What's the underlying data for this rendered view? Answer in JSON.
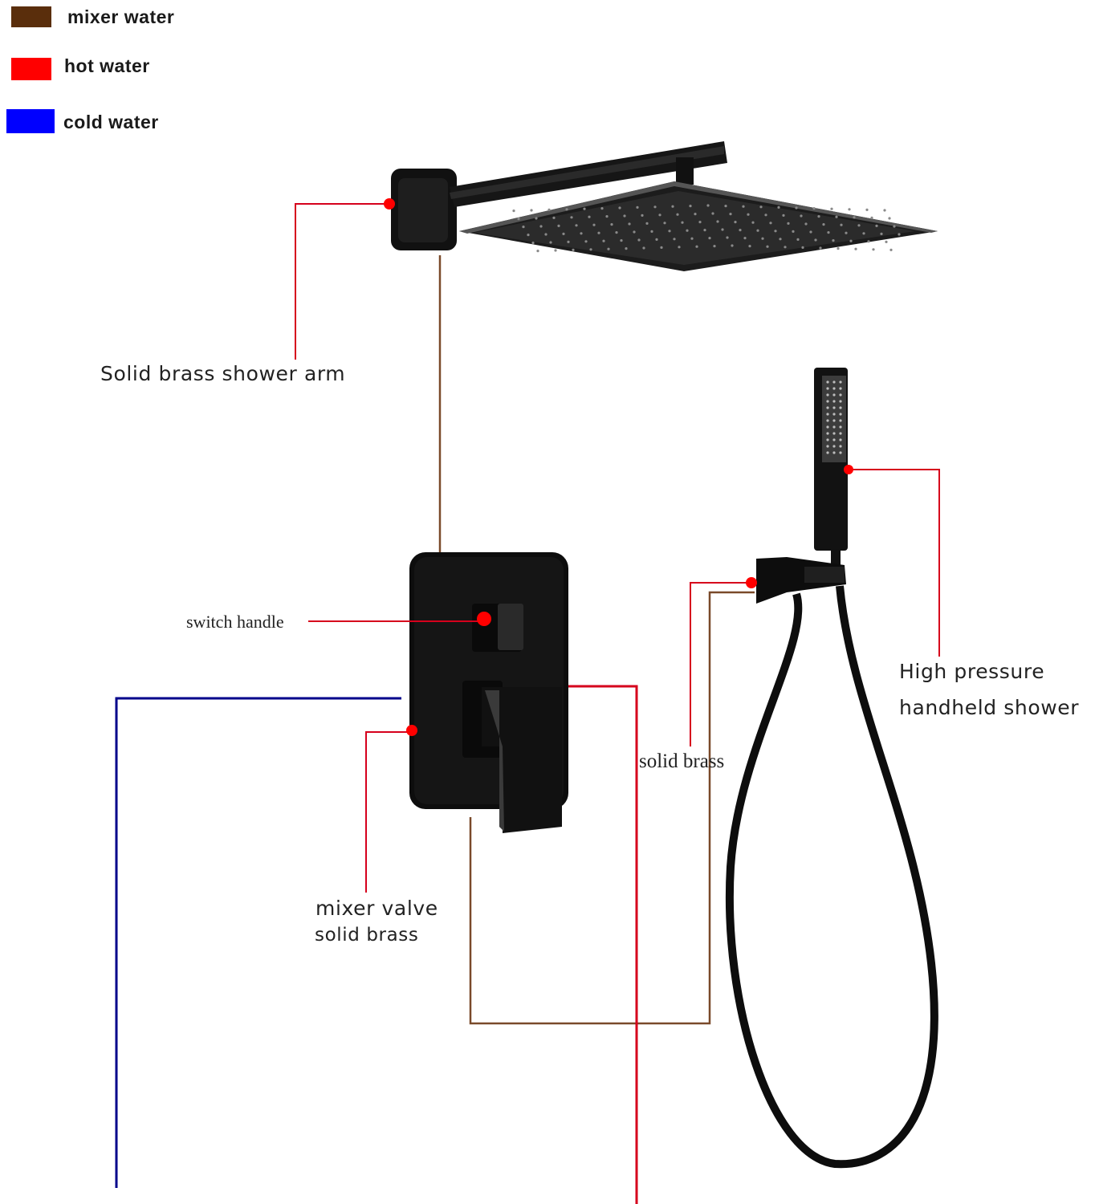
{
  "legend": {
    "items": [
      {
        "label": "mixer water",
        "color": "#5a2e0c"
      },
      {
        "label": "hot water",
        "color": "#ff0000"
      },
      {
        "label": "cold water",
        "color": "#0000ff"
      }
    ]
  },
  "callouts": {
    "shower_arm": "Solid brass shower arm",
    "switch_handle": "switch handle",
    "handheld_line1": "High pressure",
    "handheld_line2": "handheld shower",
    "solid_brass": "solid brass",
    "mixer_valve_line1": "mixer valve",
    "mixer_valve_line2": "solid brass"
  },
  "colors": {
    "fixture": "#111111",
    "leader_line": "#d6001c",
    "pipe_mixer": "#7a4a2a",
    "pipe_hot": "#d6001c",
    "pipe_cold": "#00008b",
    "marker": "#ff0000"
  }
}
